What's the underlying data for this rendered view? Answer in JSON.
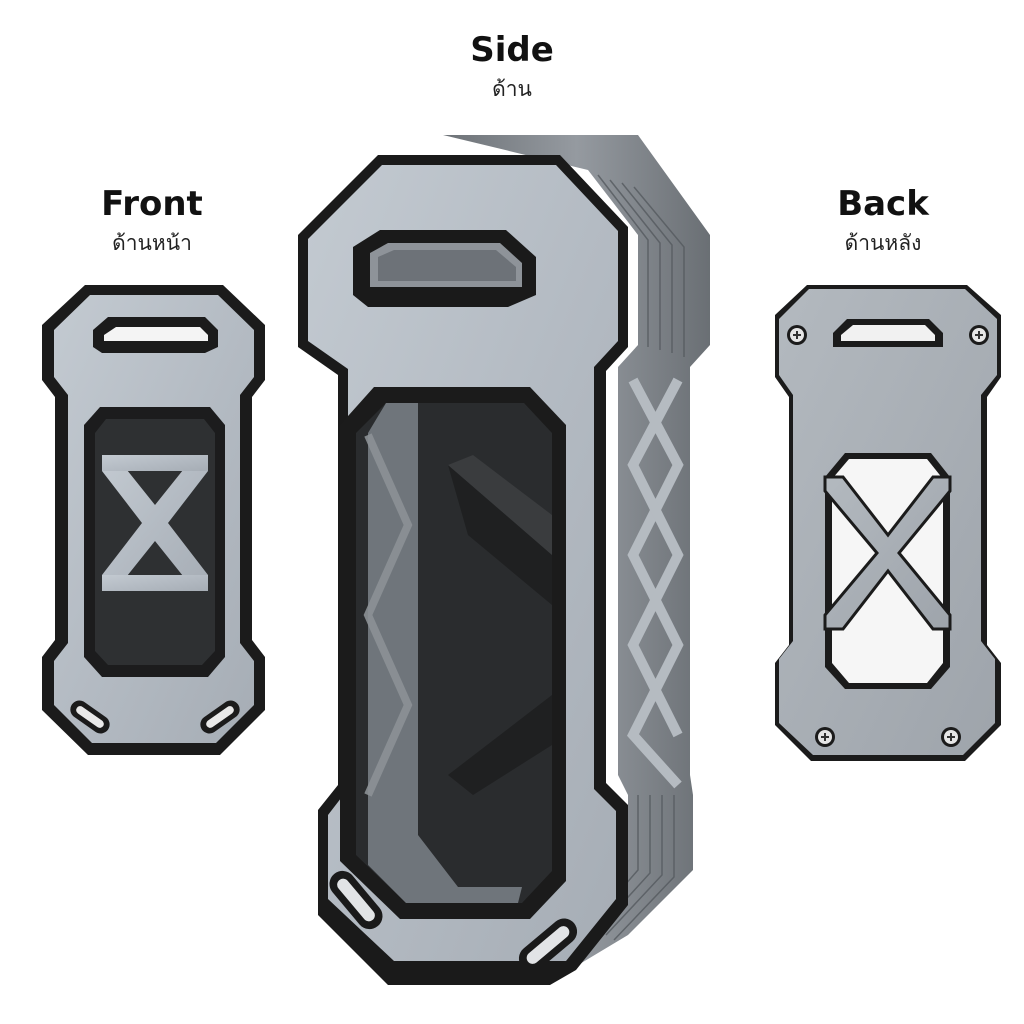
{
  "labels": {
    "side": {
      "en": "Side",
      "th": "ด้าน"
    },
    "front": {
      "en": "Front",
      "th": "ด้านหน้า"
    },
    "back": {
      "en": "Back",
      "th": "ด้านหลัง"
    }
  },
  "colors": {
    "case_surface": "#b7bec6",
    "case_surface_back": "#a9afb6",
    "case_edge": "#1b1b1b",
    "layer_gray": "#7f8489",
    "background": "#ffffff"
  },
  "icons": {
    "screw": "screw-icon"
  }
}
